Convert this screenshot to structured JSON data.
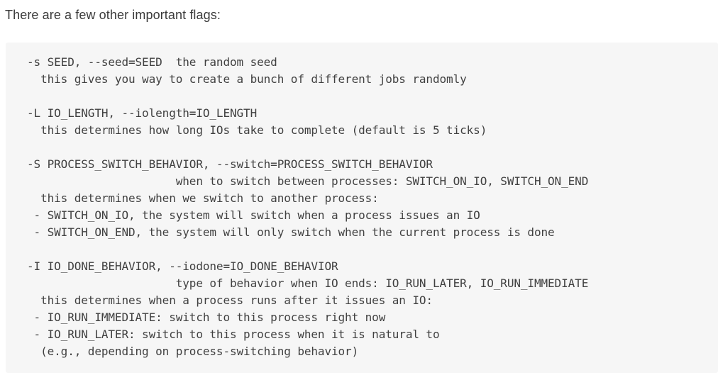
{
  "page": {
    "intro_text": "There are a few other important flags:"
  },
  "code_block": {
    "lines": [
      "-s SEED, --seed=SEED  the random seed",
      "  this gives you way to create a bunch of different jobs randomly",
      "",
      "-L IO_LENGTH, --iolength=IO_LENGTH",
      "  this determines how long IOs take to complete (default is 5 ticks)",
      "",
      "-S PROCESS_SWITCH_BEHAVIOR, --switch=PROCESS_SWITCH_BEHAVIOR",
      "                      when to switch between processes: SWITCH_ON_IO, SWITCH_ON_END",
      "  this determines when we switch to another process:",
      " - SWITCH_ON_IO, the system will switch when a process issues an IO",
      " - SWITCH_ON_END, the system will only switch when the current process is done",
      "",
      "-I IO_DONE_BEHAVIOR, --iodone=IO_DONE_BEHAVIOR",
      "                      type of behavior when IO ends: IO_RUN_LATER, IO_RUN_IMMEDIATE",
      "  this determines when a process runs after it issues an IO:",
      " - IO_RUN_IMMEDIATE: switch to this process right now",
      " - IO_RUN_LATER: switch to this process when it is natural to",
      "  (e.g., depending on process-switching behavior)"
    ]
  },
  "flags": [
    {
      "short": "-s SEED",
      "long": "--seed=SEED",
      "help": "the random seed"
    },
    {
      "short": "-L IO_LENGTH",
      "long": "--iolength=IO_LENGTH",
      "help": "this determines how long IOs take to complete (default is 5 ticks)"
    },
    {
      "short": "-S PROCESS_SWITCH_BEHAVIOR",
      "long": "--switch=PROCESS_SWITCH_BEHAVIOR",
      "help": "when to switch between processes: SWITCH_ON_IO, SWITCH_ON_END"
    },
    {
      "short": "-I IO_DONE_BEHAVIOR",
      "long": "--iodone=IO_DONE_BEHAVIOR",
      "help": "type of behavior when IO ends: IO_RUN_LATER, IO_RUN_IMMEDIATE"
    }
  ],
  "colors": {
    "page_background": "#ffffff",
    "code_background": "#f6f6f6",
    "heading_text": "#3a3a3a",
    "code_text": "#404040"
  }
}
